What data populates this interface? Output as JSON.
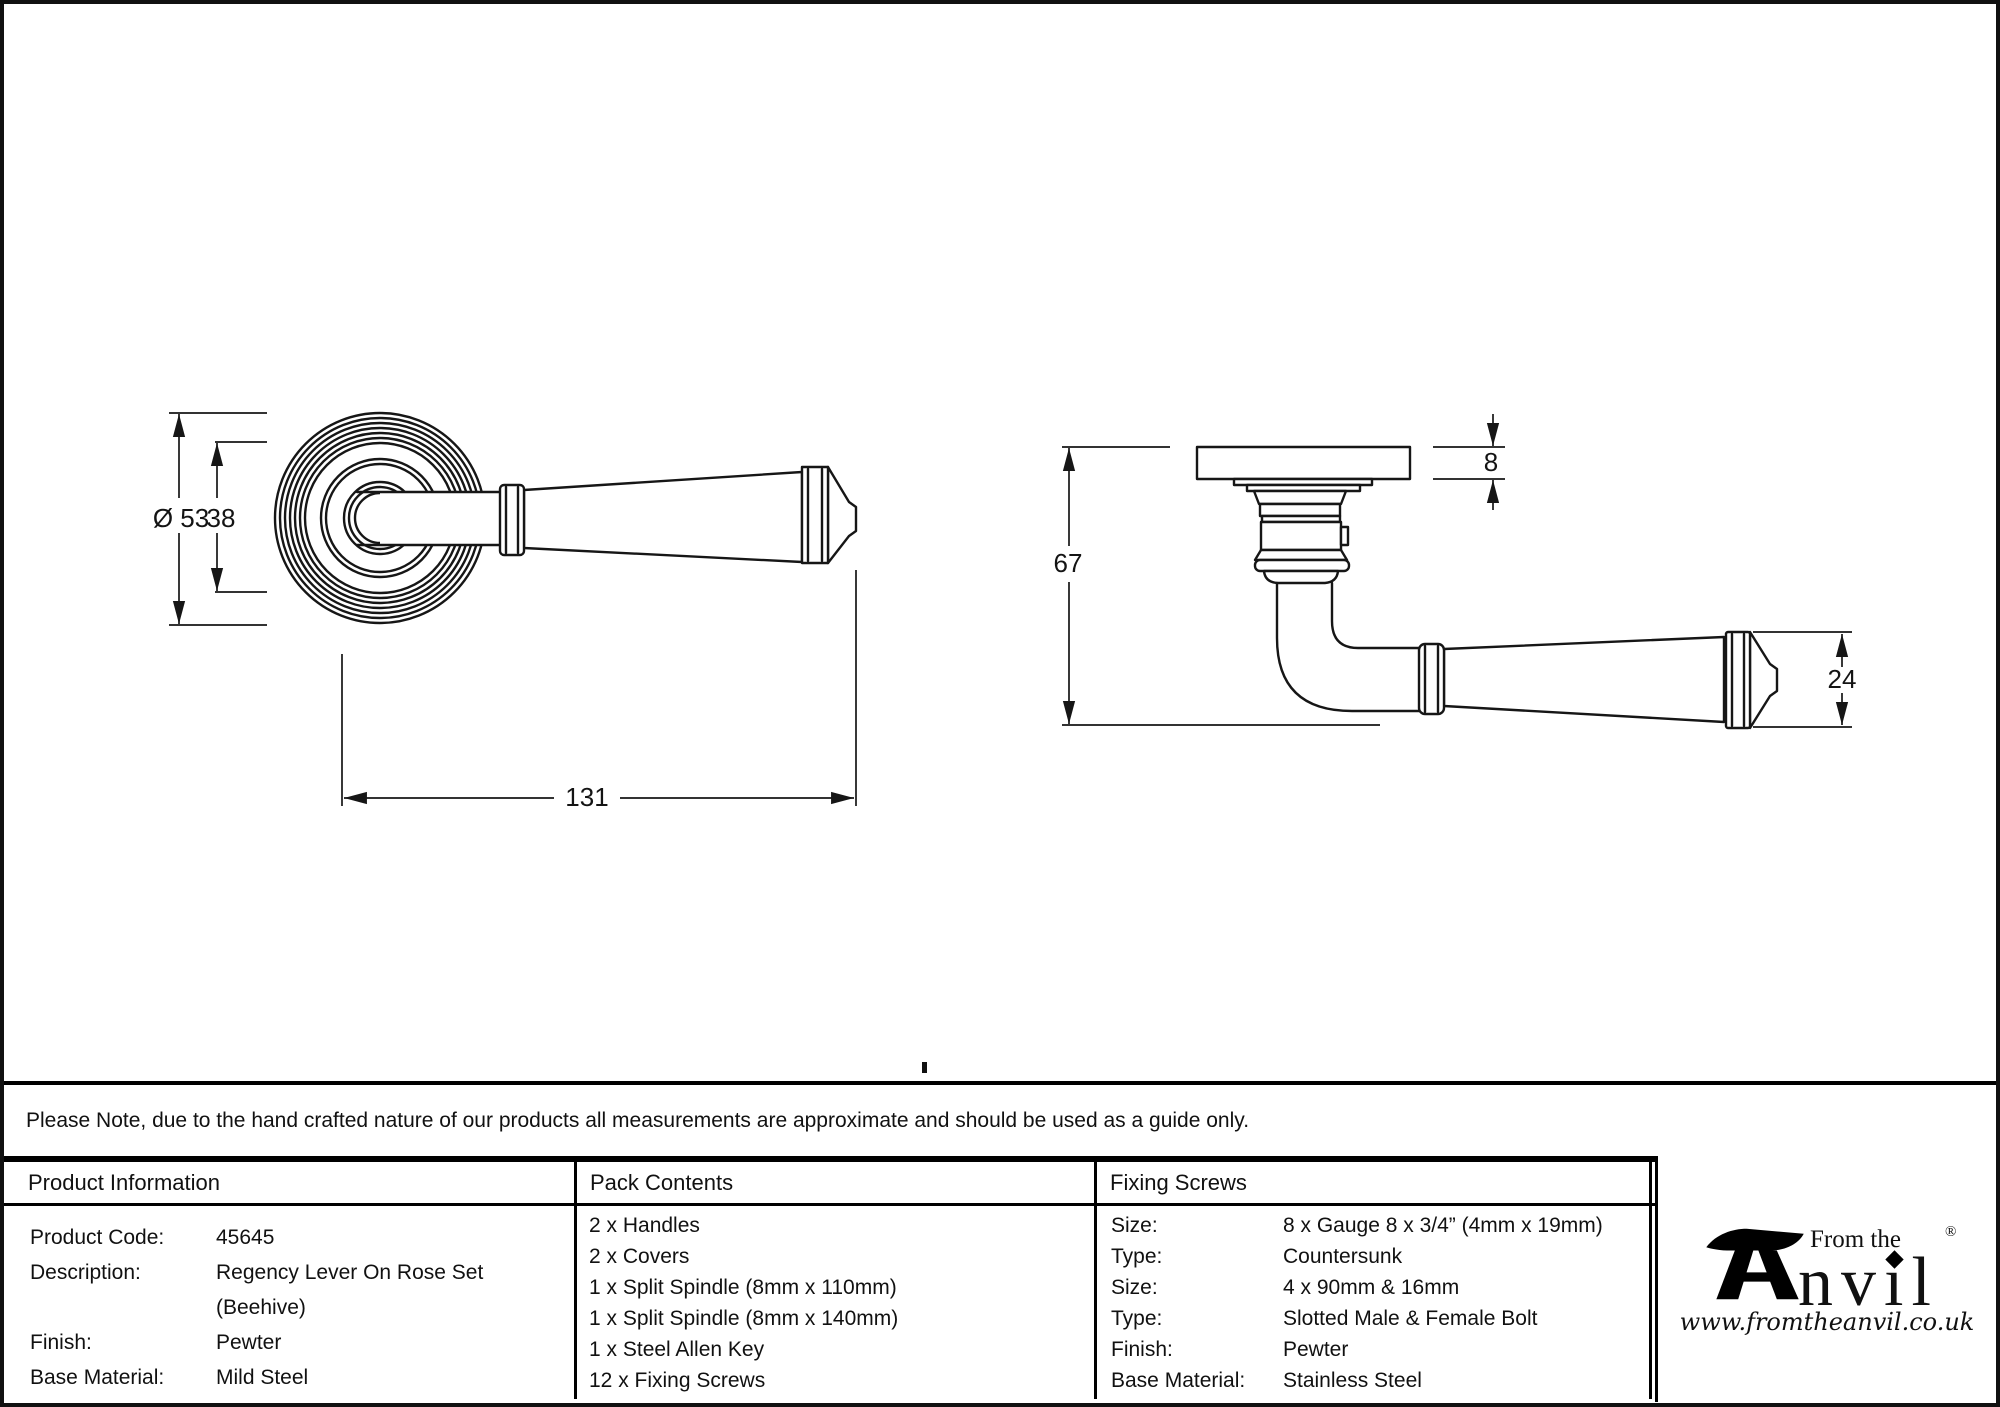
{
  "front_view": {
    "dims": {
      "outer_diameter": "Ø 53",
      "inner_diameter": "38",
      "lever_length": "131"
    }
  },
  "side_view": {
    "dims": {
      "rose_thickness": "8",
      "projection_height": "67",
      "lever_end_height": "24"
    }
  },
  "note": "Please Note, due to the hand crafted nature of our products all measurements are approximate and should be used as a guide only.",
  "product_information": {
    "header": "Product Information",
    "rows": [
      {
        "label": "Product Code:",
        "value": "45645"
      },
      {
        "label": "Description:",
        "value": "Regency Lever On Rose Set (Beehive)"
      },
      {
        "label": "Finish:",
        "value": "Pewter"
      },
      {
        "label": "Base Material:",
        "value": "Mild Steel"
      }
    ]
  },
  "pack_contents": {
    "header": "Pack Contents",
    "items": [
      "2 x Handles",
      "2 x Covers",
      "1 x Split Spindle (8mm x 110mm)",
      "1 x Split Spindle (8mm x 140mm)",
      "1 x Steel Allen Key",
      "12 x Fixing Screws"
    ]
  },
  "fixing_screws": {
    "header": "Fixing Screws",
    "rows": [
      {
        "label": "Size:",
        "value": "8 x Gauge 8 x 3/4” (4mm x 19mm)"
      },
      {
        "label": "Type:",
        "value": "Countersunk"
      },
      {
        "label": "Size:",
        "value": "4 x 90mm & 16mm"
      },
      {
        "label": "Type:",
        "value": "Slotted Male & Female Bolt"
      },
      {
        "label": "Finish:",
        "value": "Pewter"
      },
      {
        "label": "Base Material:",
        "value": "Stainless Steel"
      }
    ]
  },
  "logo": {
    "tagline": "From the",
    "brand_pre": "nv",
    "brand_i": "ı",
    "brand_post": "l",
    "registered": "®",
    "url": "www.fromtheanvil.co.uk"
  },
  "colors": {
    "ink": "#111111",
    "background": "#ffffff"
  }
}
